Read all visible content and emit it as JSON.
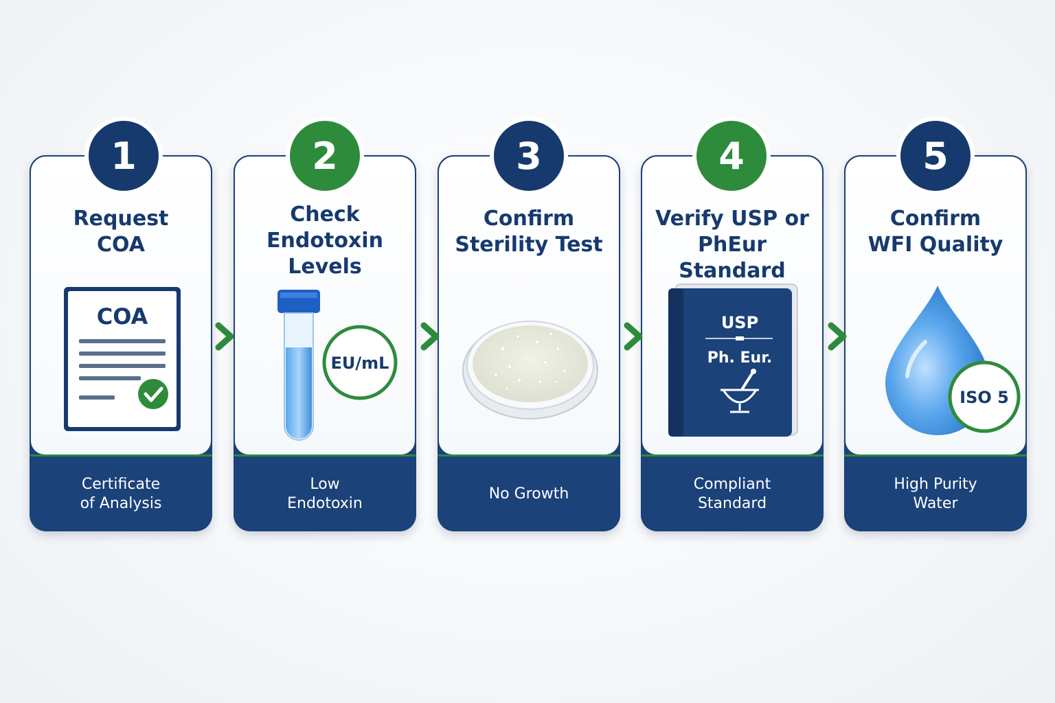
{
  "steps": [
    {
      "number": "1",
      "title": "Request\nCOA",
      "caption": "Certificate\nof Analysis",
      "icon": "document-check-icon",
      "icon_label": "COA"
    },
    {
      "number": "2",
      "title": "Check\nEndotoxin\nLevels",
      "caption": "Low\nEndotoxin",
      "icon": "test-tube-icon",
      "icon_label": "EU/mL"
    },
    {
      "number": "3",
      "title": "Confirm\nSterility Test",
      "caption": "No Growth",
      "icon": "petri-dish-icon"
    },
    {
      "number": "4",
      "title": "Verify USP or\nPhEur Standard",
      "caption": "Compliant\nStandard",
      "icon": "pharmacopeia-book-icon",
      "icon_label_top": "USP",
      "icon_label_bottom": "Ph. Eur."
    },
    {
      "number": "5",
      "title": "Confirm\nWFI Quality",
      "caption": "High Purity\nWater",
      "icon": "water-drop-icon",
      "icon_label": "ISO 5"
    }
  ],
  "colors": {
    "navy": "#173a6e",
    "green": "#2e8b3c",
    "water_blue": "#3f8fdc"
  }
}
